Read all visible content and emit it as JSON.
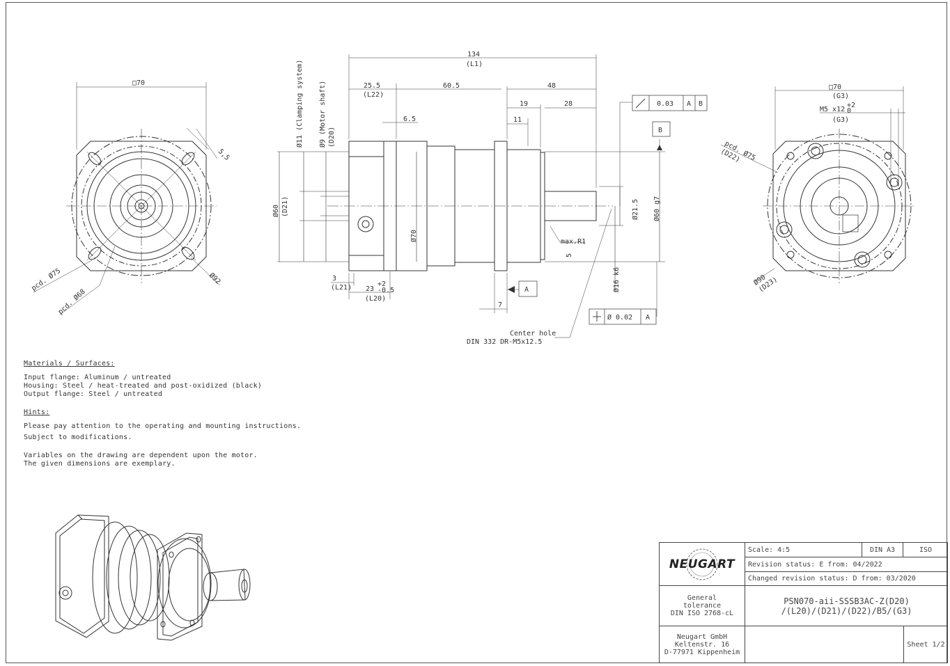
{
  "drawing": {
    "dimensions": {
      "left_square": "□70",
      "left_slot": "5,5",
      "left_pcd75": "pcd. Ø75",
      "left_pcd68": "pcd. Ø68",
      "left_d92": "Ø92",
      "total_len": "134",
      "total_len_var": "(L1)",
      "l22": "25.5",
      "l22_var": "(L22)",
      "mid_len": "60.5",
      "right_len": "48",
      "d19": "19",
      "d28": "28",
      "d6_5": "6.5",
      "d11": "11",
      "clamping": "Ø11 (Clamping system)",
      "motor_shaft": "Ø9 (Motor shaft)",
      "d20": "(D20)",
      "d60": "Ø60",
      "d21": "(D21)",
      "d70": "Ø70",
      "d21_5": "Ø21.5",
      "d60g7": "Ø60 g7",
      "d16k6": "Ø16 k6",
      "maxr1": "max.R1",
      "five": "5",
      "three": "3",
      "l21": "(L21)",
      "l20_val": "23",
      "l20_tol_up": "+2",
      "l20_tol_lo": "-0.5",
      "l20": "(L20)",
      "seven": "7",
      "datum_a": "A",
      "datum_b": "B",
      "runout_val": "0.03",
      "perp_val": "Ø 0.02",
      "center_hole_1": "Center hole",
      "center_hole_2": "DIN 332 DR-M5x12.5",
      "right_square": "□70",
      "g3": "(G3)",
      "thread": "M5 x12",
      "thread_tol": "+2",
      "thread_tol_lo": "0",
      "pcd75_r": "pcd. Ø75",
      "d22": "(D22)",
      "d90": "Ø90",
      "d23": "(D23)"
    }
  },
  "notes": {
    "materials_title": "Materials / Surfaces:",
    "materials": [
      "Input flange: Aluminum / untreated",
      "Housing: Steel / heat-treated and post-oxidized (black)",
      "Output flange: Steel / untreated"
    ],
    "hints_title": "Hints:",
    "hints": [
      "Please pay attention to the operating and mounting instructions.",
      "Subject to modifications."
    ],
    "variables": [
      "Variables on the drawing are dependent upon the motor.",
      "The given dimensions are exemplary."
    ]
  },
  "title_block": {
    "logo": "NEUGART",
    "scale": "Scale: 4:5",
    "format": "DIN A3",
    "standard": "ISO",
    "revision": "Revision status: E   from: 04/2022",
    "changed": "Changed revision status: D   from: 03/2020",
    "tolerance_1": "General",
    "tolerance_2": "tolerance",
    "tolerance_3": "DIN ISO 2768-cL",
    "part_1": "PSN070-aii-SSSB3AC-Z(D20)",
    "part_2": "/(L20)/(D21)/(D22)/B5/(G3)",
    "company_1": "Neugart GmbH",
    "company_2": "Keltenstr. 16",
    "company_3": "D-77971 Kippenheim",
    "sheet": "Sheet 1/2"
  }
}
